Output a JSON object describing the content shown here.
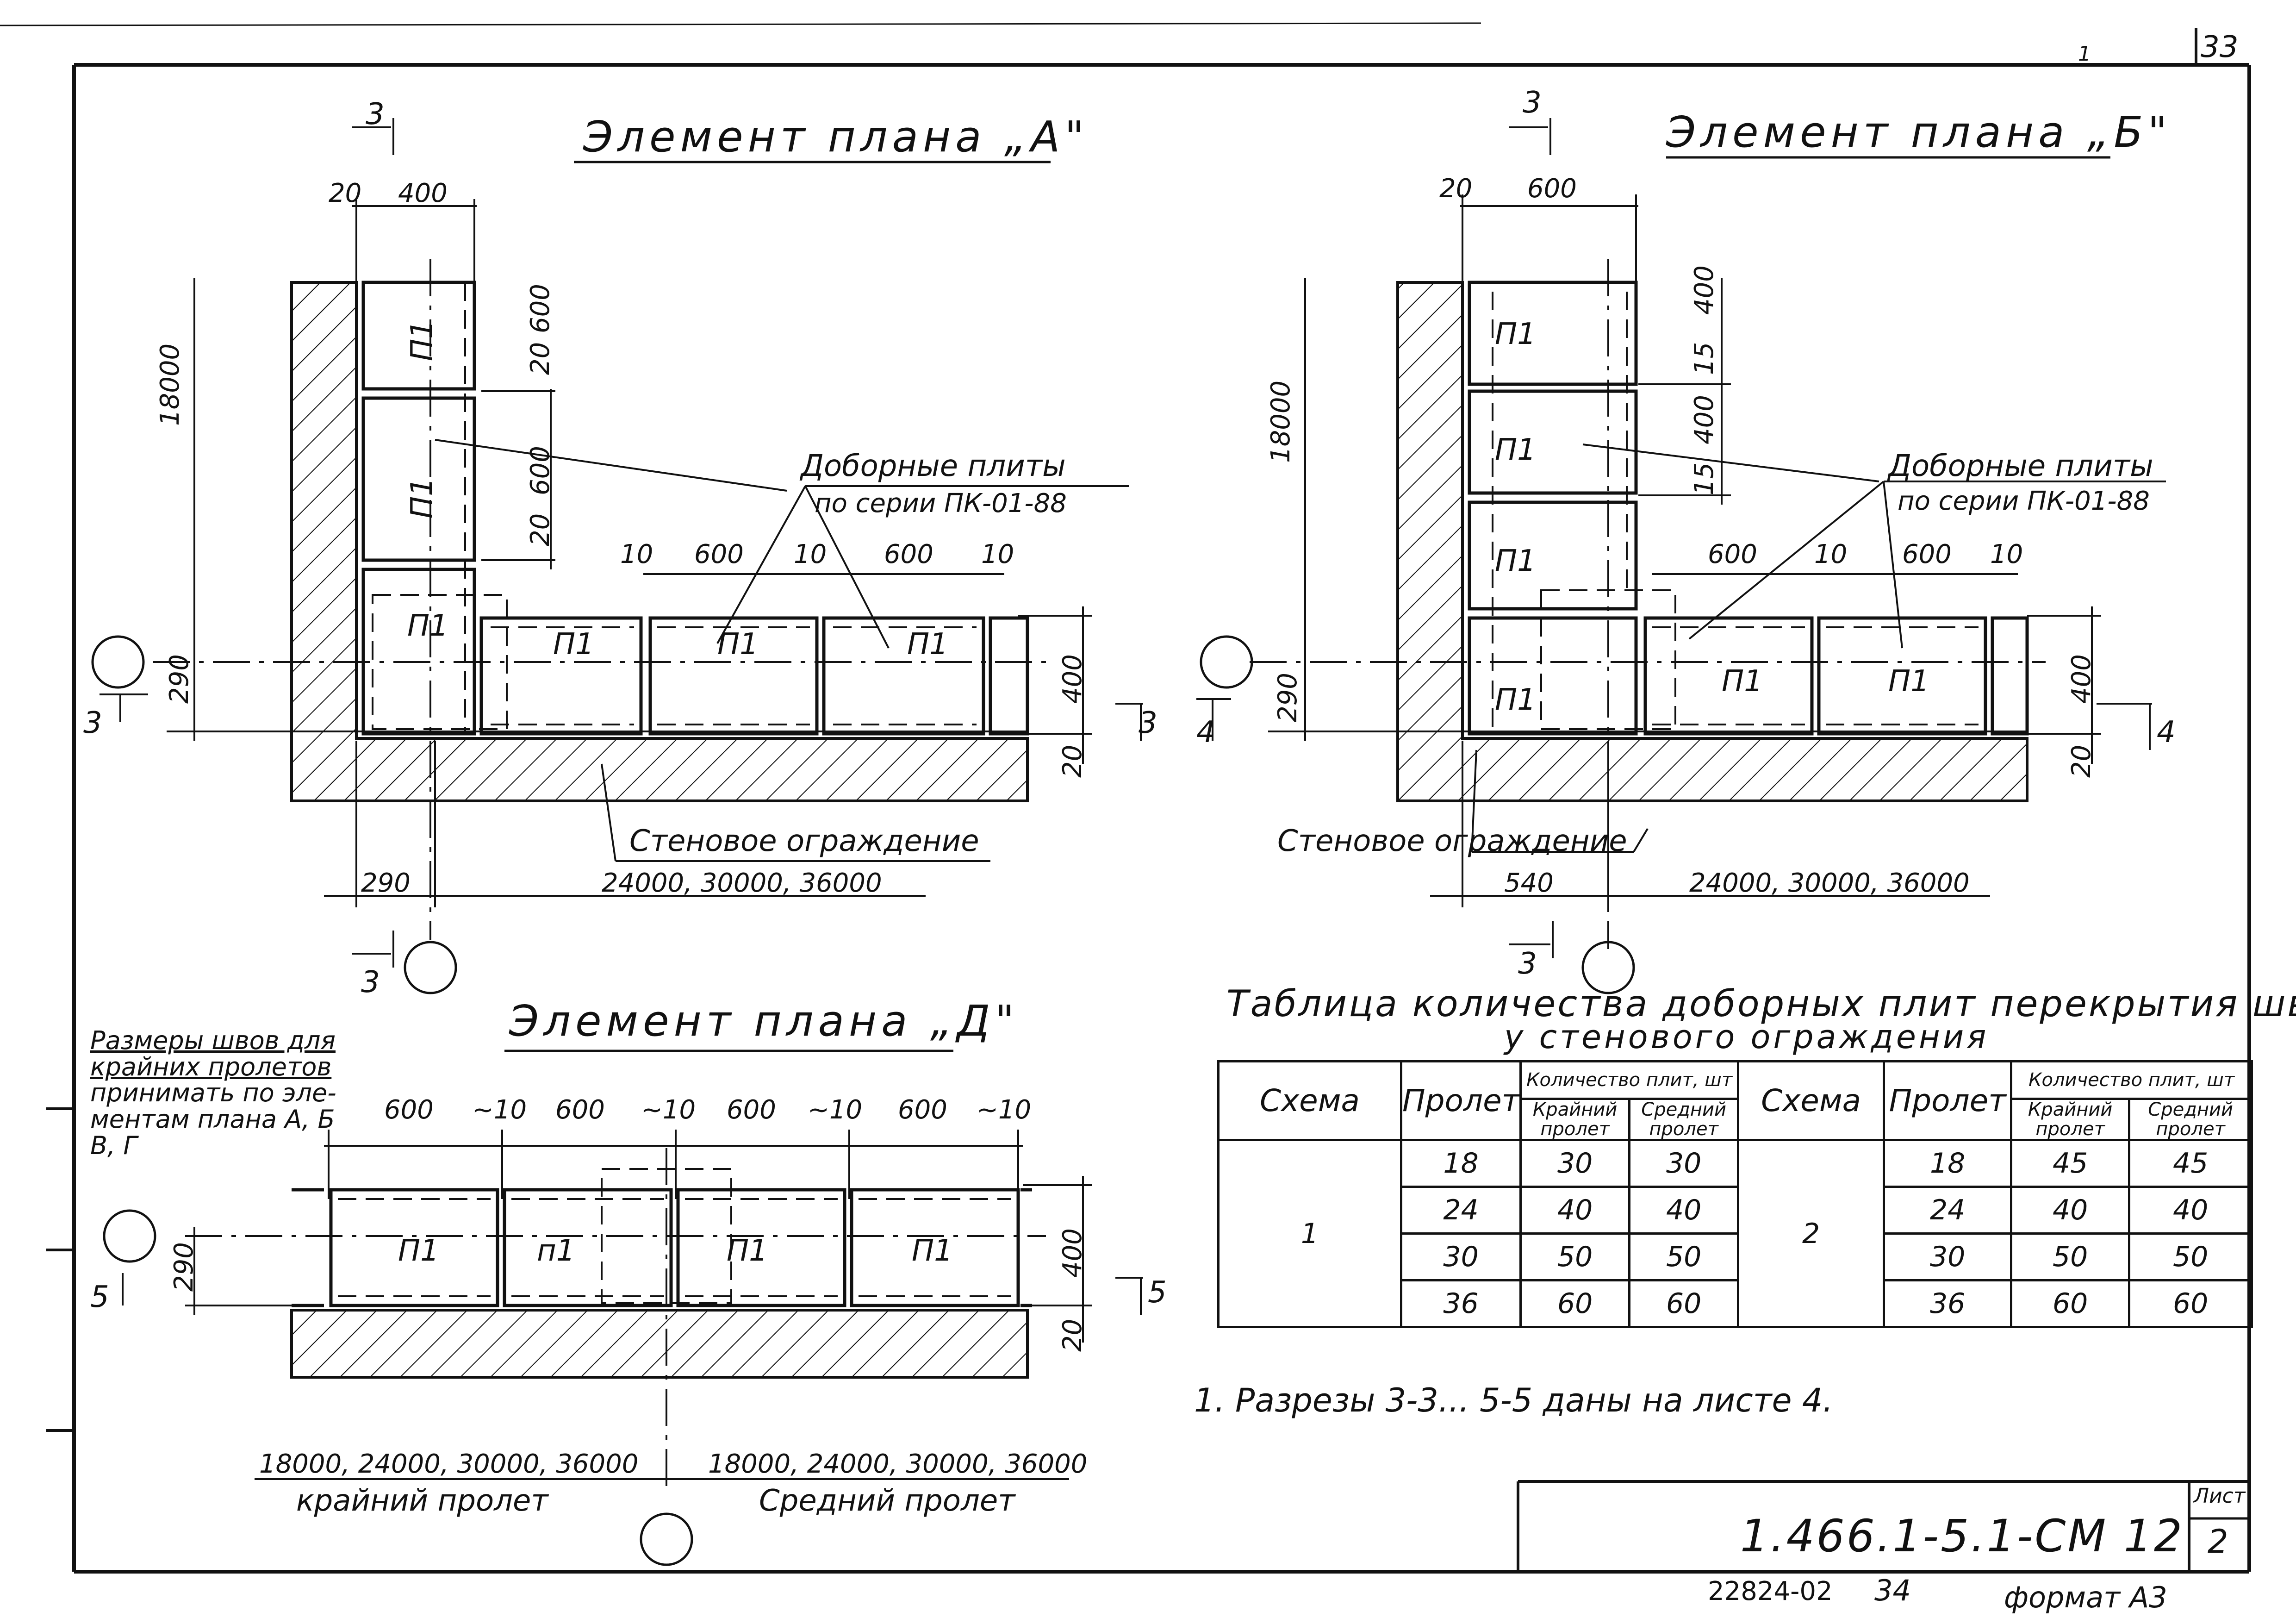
{
  "sheet": {
    "number_top": "33",
    "mark_top": "1",
    "designation": "1.466.1-5.1-СМ 12",
    "list_label": "Лист",
    "list_number": "2",
    "order_number": "22824-02",
    "page_number": "34",
    "format": "формат А3"
  },
  "element_a": {
    "title": "Элемент плана „А\"",
    "section_mark": "3",
    "dim_20": "20",
    "dim_400": "400",
    "dim_18000": "18000",
    "dim_600_top": "600",
    "dim_20_mid": "20",
    "dim_600_mid": "600",
    "dim_20_low": "20",
    "dim_10a": "10",
    "dim_600a": "600",
    "dim_10b": "10",
    "dim_600b": "600",
    "dim_10c": "10",
    "dim_290_side": "290",
    "dim_400_side": "400",
    "dim_20_side": "20",
    "dim_290_bottom": "290",
    "dim_span": "24000, 30000, 36000",
    "slab": "П1",
    "callout_line1": "Доборные плиты",
    "callout_line2": "по серии ПК-01-88",
    "wall_label": "Стеновое ограждение",
    "section_left": "3",
    "section_right": "3",
    "section_bottom": "3"
  },
  "element_b": {
    "title": "Элемент плана „Б\"",
    "section_mark": "3",
    "dim_20": "20",
    "dim_600": "600",
    "dim_18000": "18000",
    "dim_400_top": "400",
    "dim_15a": "15",
    "dim_400_mid": "400",
    "dim_15b": "15",
    "dim_600a": "600",
    "dim_10a": "10",
    "dim_600b": "600",
    "dim_10b": "10",
    "dim_290_side": "290",
    "dim_400_side": "400",
    "dim_20_side": "20",
    "dim_540_bottom": "540",
    "dim_span": "24000, 30000, 36000",
    "slab": "П1",
    "callout_line1": "Доборные плиты",
    "callout_line2": "по серии ПК-01-88",
    "wall_label": "Стеновое ограждение",
    "section_left": "4",
    "section_right": "4",
    "section_bottom": "3"
  },
  "element_d": {
    "title": "Элемент плана „Д\"",
    "note": [
      "Размеры швов для",
      "крайних пролетов",
      "принимать по эле-",
      "ментам плана А, Б",
      "В, Г"
    ],
    "dim_600": "600",
    "dim_sep": "~10",
    "dim_290_side": "290",
    "dim_400_side": "400",
    "dim_20_side": "20",
    "slab_upper": "П1",
    "slab_lower": "п1",
    "spans_left": "18000, 24000, 30000, 36000",
    "spans_left_label": "крайний пролет",
    "spans_right": "18000, 24000, 30000, 36000",
    "spans_right_label": "Средний пролет",
    "section_left": "5",
    "section_right": "5"
  },
  "table": {
    "title_line1": "Таблица количества доборных плит перекрытия швов",
    "title_line2": "у стенового ограждения",
    "header_scheme": "Схема",
    "header_span": "Пролет",
    "header_qty": "Количество плит, шт",
    "header_edge": "Крайний пролет",
    "header_mid": "Средний пролет",
    "scheme1": "1",
    "scheme2": "2",
    "rows": [
      {
        "span1": "18",
        "edge1": "30",
        "mid1": "30",
        "span2": "18",
        "edge2": "45",
        "mid2": "45"
      },
      {
        "span1": "24",
        "edge1": "40",
        "mid1": "40",
        "span2": "24",
        "edge2": "40",
        "mid2": "40"
      },
      {
        "span1": "30",
        "edge1": "50",
        "mid1": "50",
        "span2": "30",
        "edge2": "50",
        "mid2": "50"
      },
      {
        "span1": "36",
        "edge1": "60",
        "mid1": "60",
        "span2": "36",
        "edge2": "60",
        "mid2": "60"
      }
    ]
  },
  "footnote": "1. Разрезы 3-3... 5-5 даны на листе 4."
}
